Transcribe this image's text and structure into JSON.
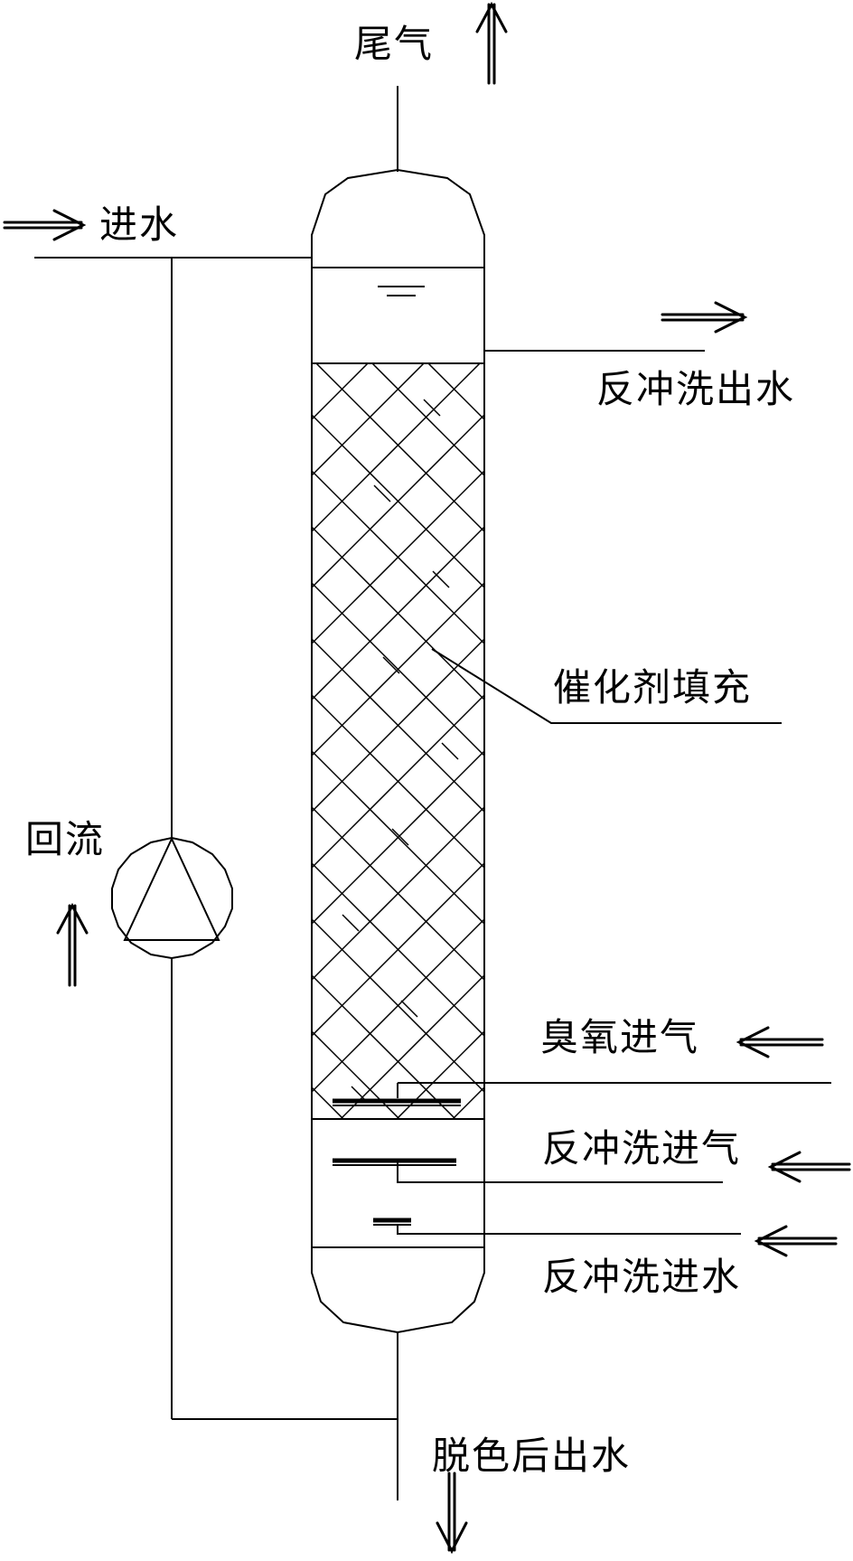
{
  "labels": {
    "tail_gas": "尾气",
    "inlet_water": "进水",
    "backwash_outlet_water": "反冲洗出水",
    "catalyst_packing": "催化剂填充",
    "reflux": "回流",
    "ozone_inlet_gas": "臭氧进气",
    "backwash_inlet_gas": "反冲洗进气",
    "backwash_inlet_water": "反冲洗进水",
    "decolorized_outlet_water": "脱色后出水"
  },
  "colors": {
    "line": "#000000",
    "background": "#ffffff"
  }
}
